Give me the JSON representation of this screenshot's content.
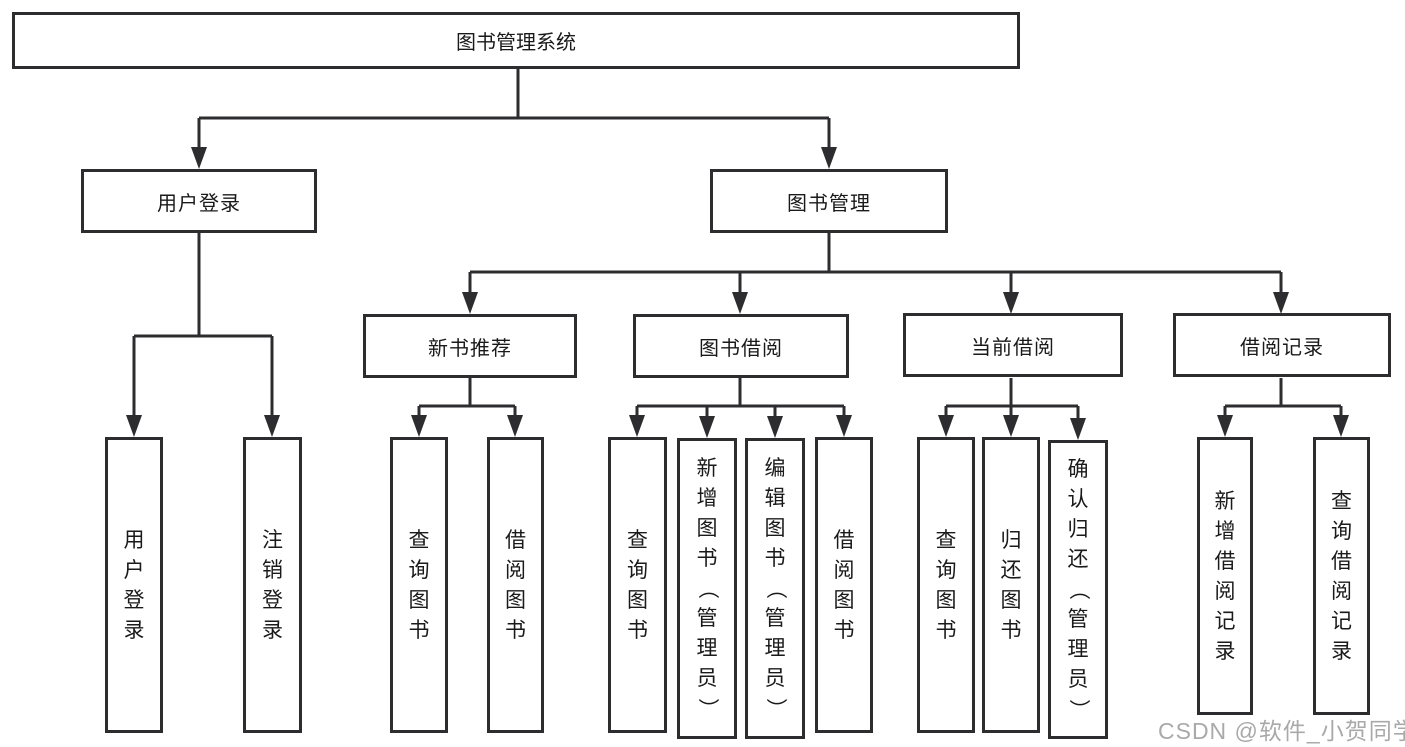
{
  "tree": {
    "root": {
      "label": "图书管理系统",
      "children": [
        {
          "label": "用户登录",
          "children": [
            {
              "label": "用户登录"
            },
            {
              "label": "注销登录"
            }
          ]
        },
        {
          "label": "图书管理",
          "children": [
            {
              "label": "新书推荐",
              "children": [
                {
                  "label": "查询图书"
                },
                {
                  "label": "借阅图书"
                }
              ]
            },
            {
              "label": "图书借阅",
              "children": [
                {
                  "label": "查询图书"
                },
                {
                  "label": "新增图书（管理员）"
                },
                {
                  "label": "编辑图书（管理员）"
                },
                {
                  "label": "借阅图书"
                }
              ]
            },
            {
              "label": "当前借阅",
              "children": [
                {
                  "label": "查询图书"
                },
                {
                  "label": "归还图书"
                },
                {
                  "label": "确认归还（管理员）"
                }
              ]
            },
            {
              "label": "借阅记录",
              "children": [
                {
                  "label": "新增借阅记录"
                },
                {
                  "label": "查询借阅记录"
                }
              ]
            }
          ]
        }
      ]
    }
  },
  "watermark": "CSDN @软件_小贺同学",
  "colors": {
    "line": "#2d2d30",
    "text": "#1a1a1a",
    "watermark": "#a9a9a9",
    "background": "#ffffff"
  }
}
